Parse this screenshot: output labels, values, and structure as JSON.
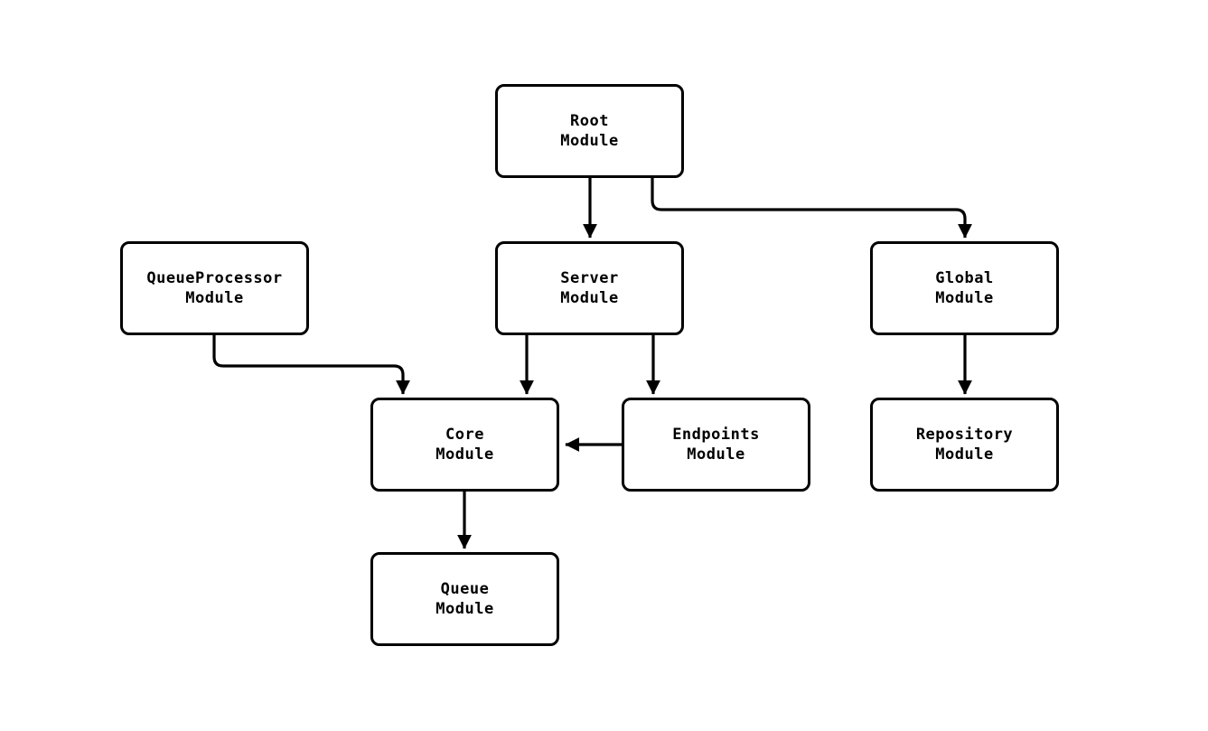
{
  "diagram": {
    "type": "flowchart",
    "colors": {
      "background": "#ffffff",
      "node_fill": "#ffffff",
      "node_stroke": "#000000",
      "edge_stroke": "#000000",
      "text": "#000000"
    },
    "nodes": [
      {
        "id": "root",
        "label": "Root\nModule"
      },
      {
        "id": "queueprocessor",
        "label": "QueueProcessor\nModule"
      },
      {
        "id": "server",
        "label": "Server\nModule"
      },
      {
        "id": "global",
        "label": "Global\nModule"
      },
      {
        "id": "core",
        "label": "Core\nModule"
      },
      {
        "id": "endpoints",
        "label": "Endpoints\nModule"
      },
      {
        "id": "repository",
        "label": "Repository\nModule"
      },
      {
        "id": "queue",
        "label": "Queue\nModule"
      }
    ],
    "edges": [
      {
        "from": "root",
        "to": "server"
      },
      {
        "from": "root",
        "to": "global"
      },
      {
        "from": "queueprocessor",
        "to": "core"
      },
      {
        "from": "server",
        "to": "core"
      },
      {
        "from": "server",
        "to": "endpoints"
      },
      {
        "from": "endpoints",
        "to": "core"
      },
      {
        "from": "global",
        "to": "repository"
      },
      {
        "from": "core",
        "to": "queue"
      }
    ]
  }
}
